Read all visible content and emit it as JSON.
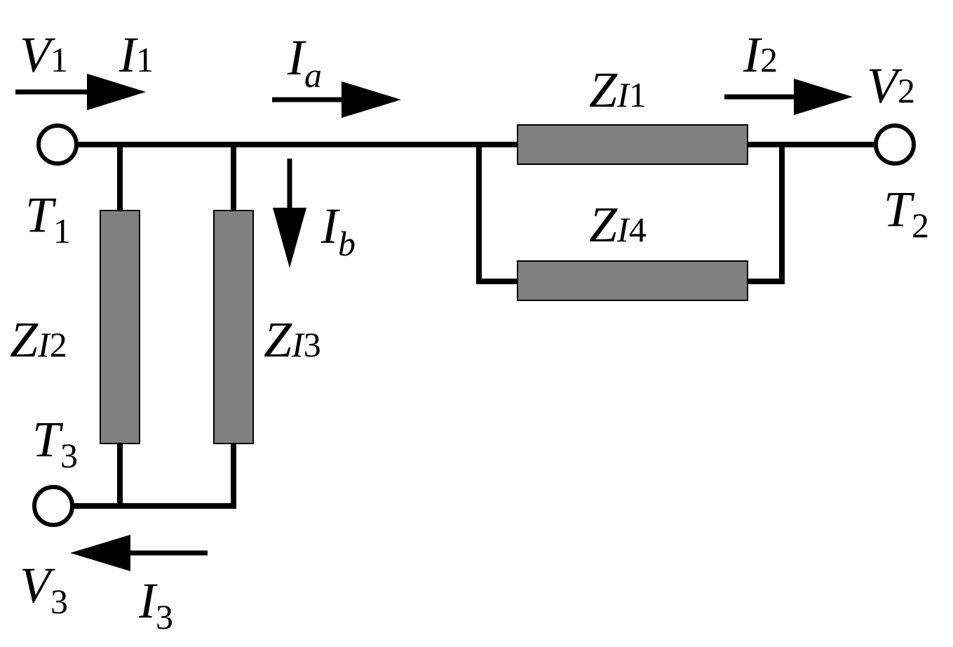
{
  "colors": {
    "resistor_fill": "#808080",
    "wire": "#000000",
    "background": "#ffffff"
  },
  "terminals": {
    "t1": {
      "sym": "T",
      "sub": "1"
    },
    "t2": {
      "sym": "T",
      "sub": "2"
    },
    "t3": {
      "sym": "T",
      "sub": "3"
    }
  },
  "voltages": {
    "v1": {
      "sym": "V",
      "sub": "1"
    },
    "v2": {
      "sym": "V",
      "sub": "2"
    },
    "v3": {
      "sym": "V",
      "sub": "3"
    }
  },
  "currents": {
    "i1": {
      "sym": "I",
      "sub": "1"
    },
    "i2": {
      "sym": "I",
      "sub": "2"
    },
    "i3": {
      "sym": "I",
      "sub": "3"
    },
    "ia": {
      "sym": "I",
      "sub": "a"
    },
    "ib": {
      "sym": "I",
      "sub": "b"
    }
  },
  "impedances": {
    "zi1": {
      "sym": "Z",
      "sub_italic": "I",
      "sub": "1"
    },
    "zi2": {
      "sym": "Z",
      "sub_italic": "I",
      "sub": "2"
    },
    "zi3": {
      "sym": "Z",
      "sub_italic": "I",
      "sub": "3"
    },
    "zi4": {
      "sym": "Z",
      "sub_italic": "I",
      "sub": "4"
    }
  }
}
